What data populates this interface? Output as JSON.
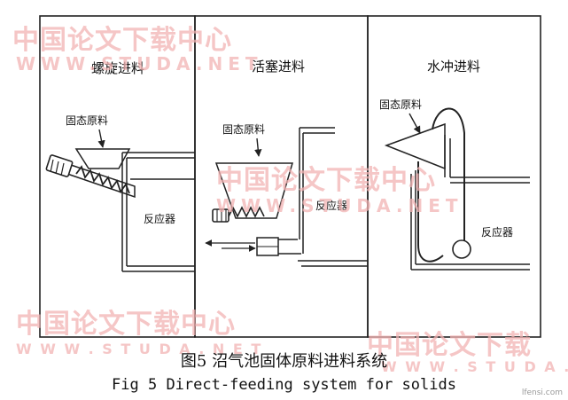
{
  "panels": [
    {
      "title": "螺旋进料",
      "material_label": "固态原料",
      "reactor_label": "反应器"
    },
    {
      "title": "活塞进料",
      "material_label": "固态原料",
      "reactor_label": "反应器"
    },
    {
      "title": "水冲进料",
      "material_label": "固态原料",
      "reactor_label": "反应器"
    }
  ],
  "caption": {
    "chinese": "图5  沼气池固体原料进料系统",
    "english": "Fig 5 Direct-feeding system for solids"
  },
  "watermark": {
    "chinese": "中国论文下载中心",
    "chinese_short": "中国论文下载",
    "url": "WWW.STUDA.NET",
    "url_partial": "W W W . S T U D A . N E T",
    "url_bottom_left": "W W W . S T U D A . N E T",
    "url_bottom_right": "W W W . S T U D A ."
  },
  "credit": "lfensi.com",
  "colors": {
    "line": "#222222",
    "watermark": "#f2b3b3"
  }
}
